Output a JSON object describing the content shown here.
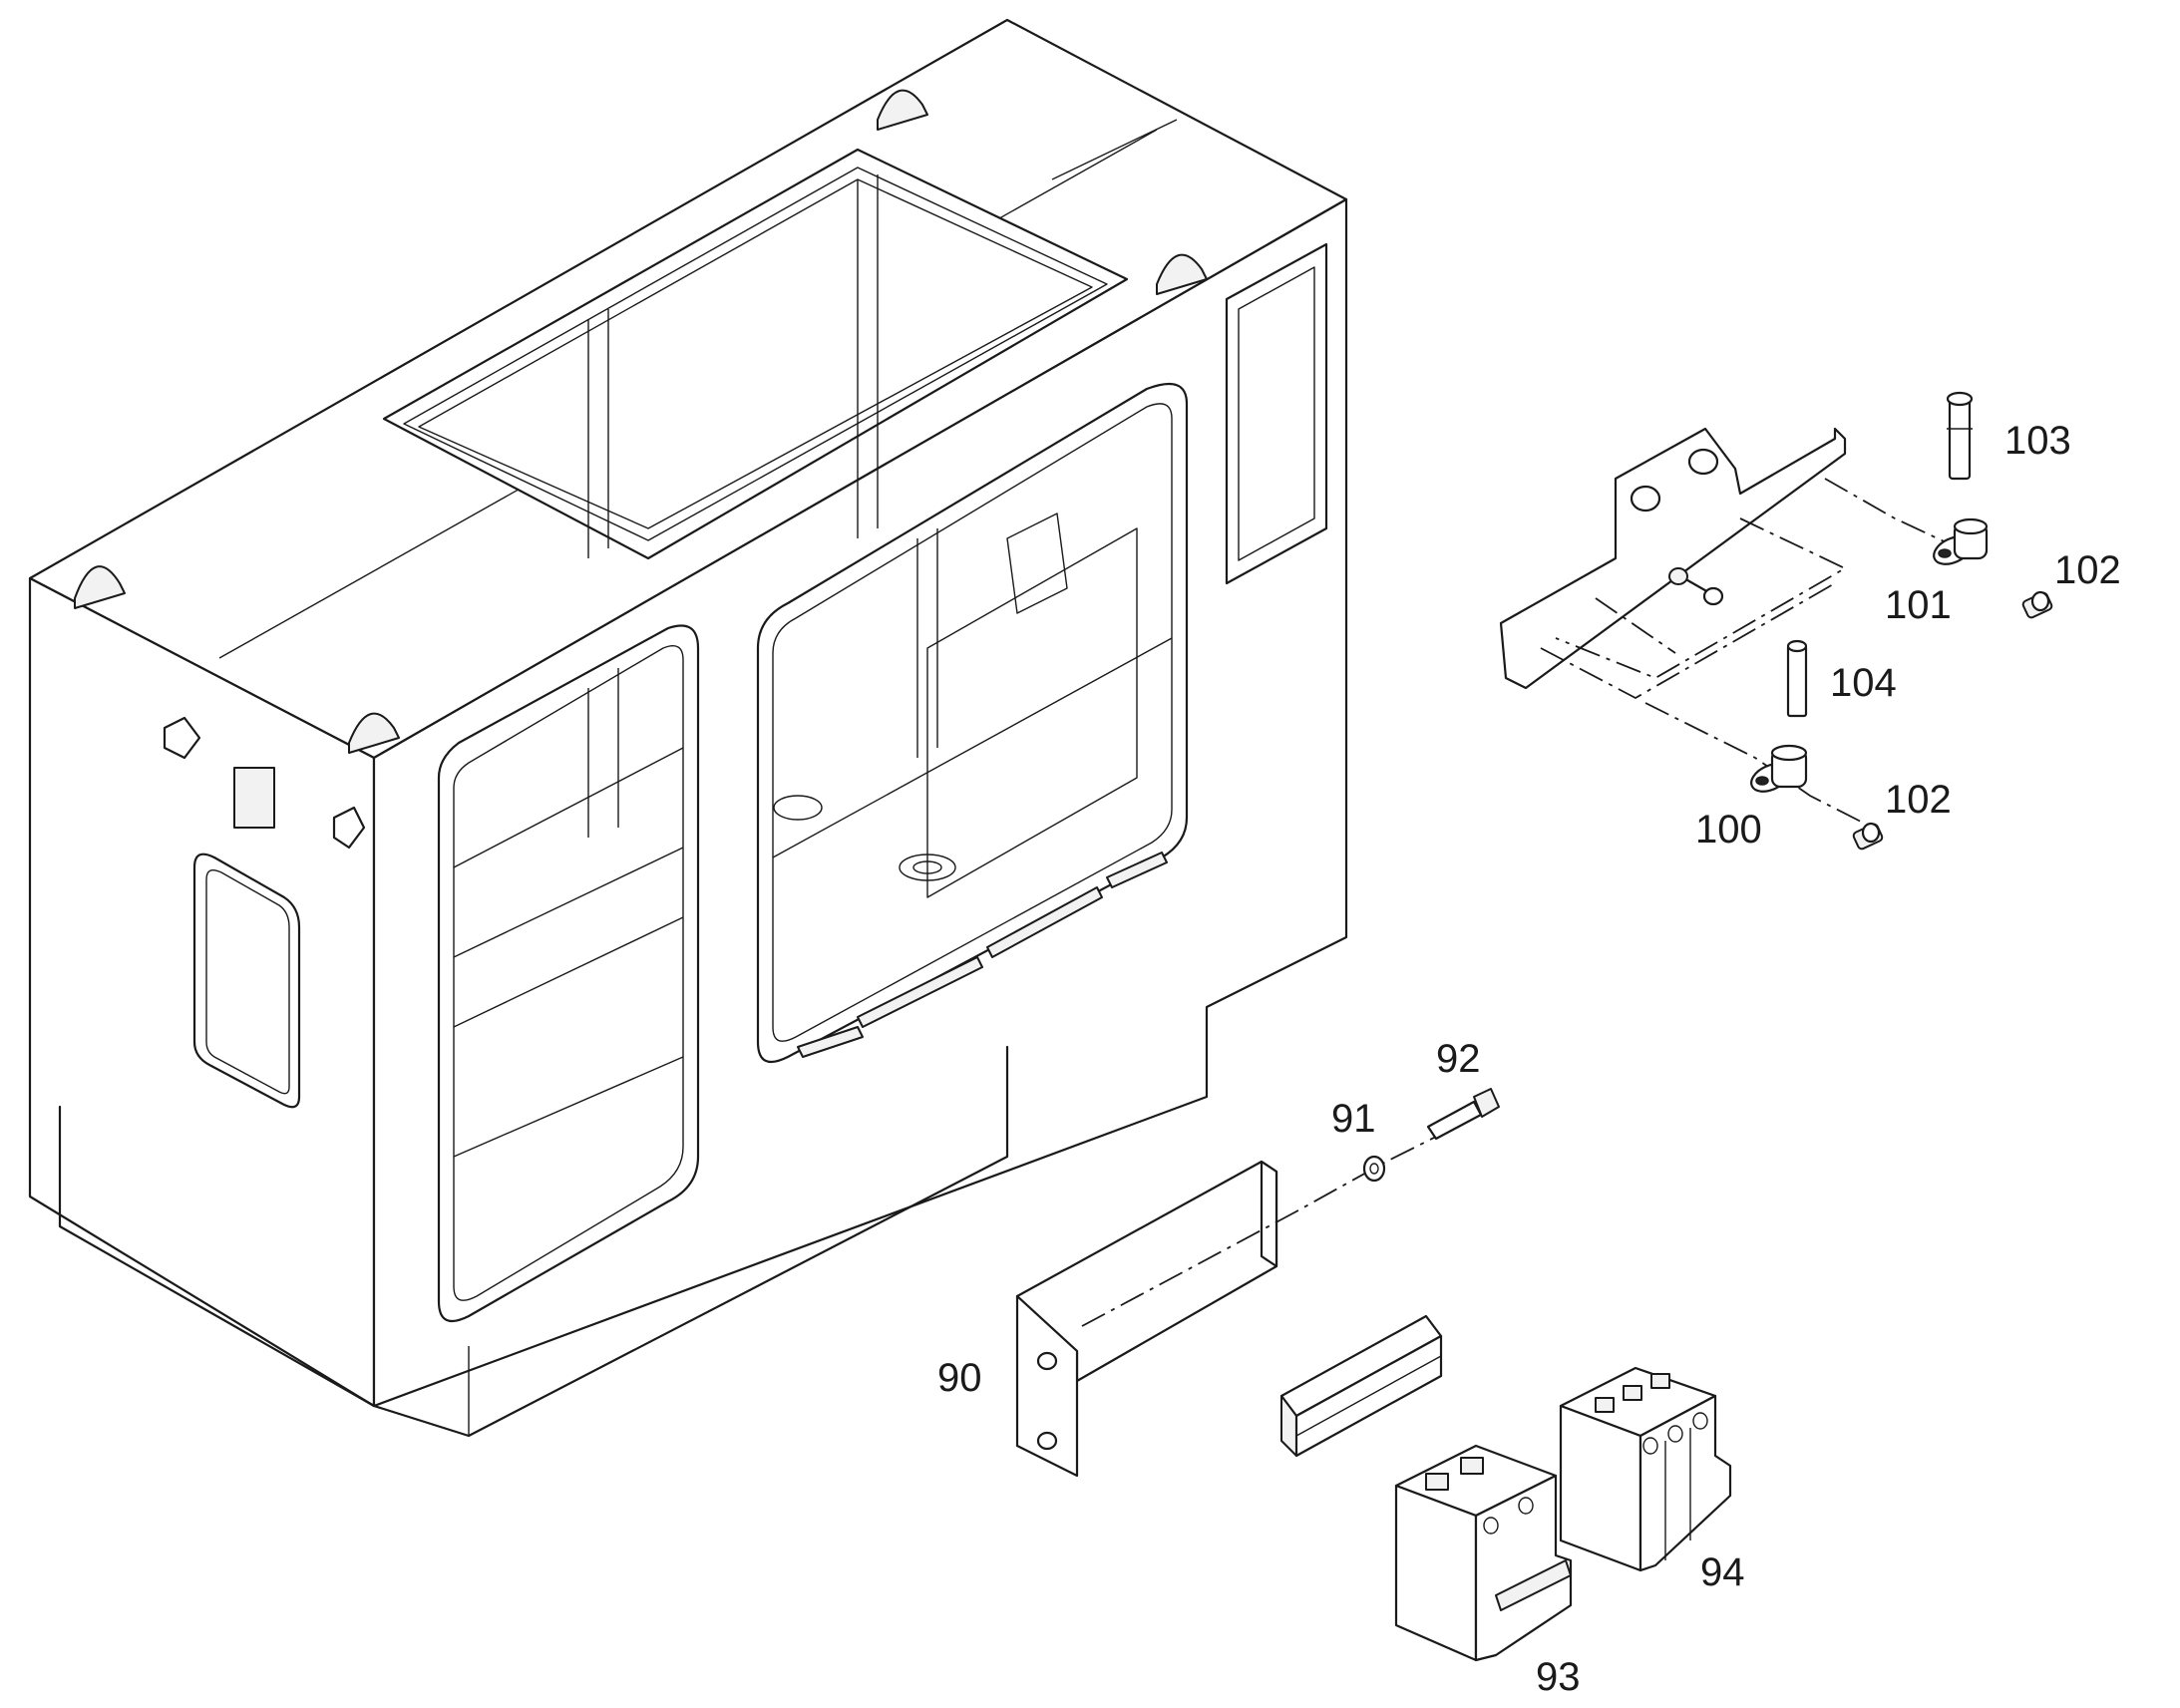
{
  "callouts": {
    "c90": "90",
    "c91": "91",
    "c92": "92",
    "c93": "93",
    "c94": "94",
    "c100": "100",
    "c101": "101",
    "c102a": "102",
    "c102b": "102",
    "c103": "103",
    "c104": "104"
  }
}
